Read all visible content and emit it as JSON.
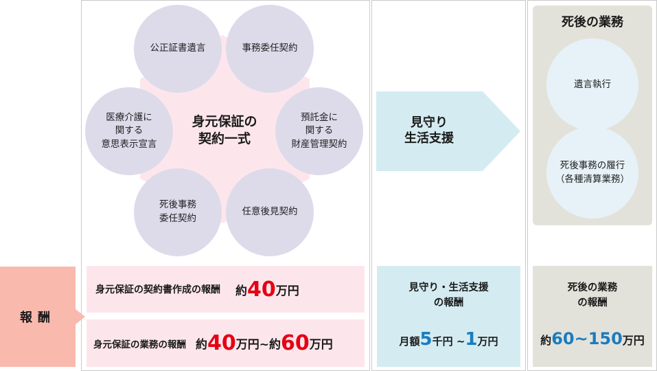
{
  "contract": {
    "center_title": "身元保証の\n契約一式",
    "items": [
      "公正証書遺言",
      "事務委任契約",
      "医療介護に\n関する\n意思表示宣言",
      "預託金に\n関する\n財産管理契約",
      "死後事務\n委任契約",
      "任意後見契約"
    ]
  },
  "watch": {
    "title": "見守り\n生活支援"
  },
  "post_death": {
    "title": "死後の業務",
    "items": [
      "遺言執行",
      "死後事務の履行\n（各種清算業務）"
    ]
  },
  "reward": {
    "label": "報酬",
    "fee1": {
      "label": "身元保証の契約書作成の報酬",
      "prefix": "約",
      "amount": "40",
      "unit": "万円"
    },
    "fee2": {
      "label": "身元保証の業務の報酬",
      "prefix": "約",
      "amount_from": "40",
      "unit_from": "万円~約",
      "amount_to": "60",
      "unit_to": "万円"
    },
    "watch_fee": {
      "title": "見守り・生活支援\nの報酬",
      "prefix": "月額",
      "amount_from": "5",
      "unit_from": "千円 ~",
      "amount_to": "1",
      "unit_to": "万円"
    },
    "post_fee": {
      "title": "死後の業務\nの報酬",
      "prefix": "約",
      "amount": "60~150",
      "unit": "万円"
    }
  },
  "colors": {
    "circle": "#dddbea",
    "hexagon": "#fce6ec",
    "arrow": "#d4ecf1",
    "gray_panel": "#e3e2da",
    "post_circle": "#e6f2f8",
    "reward_label": "#f9b9ad",
    "red": "#e60012",
    "blue": "#1a7cc0"
  }
}
